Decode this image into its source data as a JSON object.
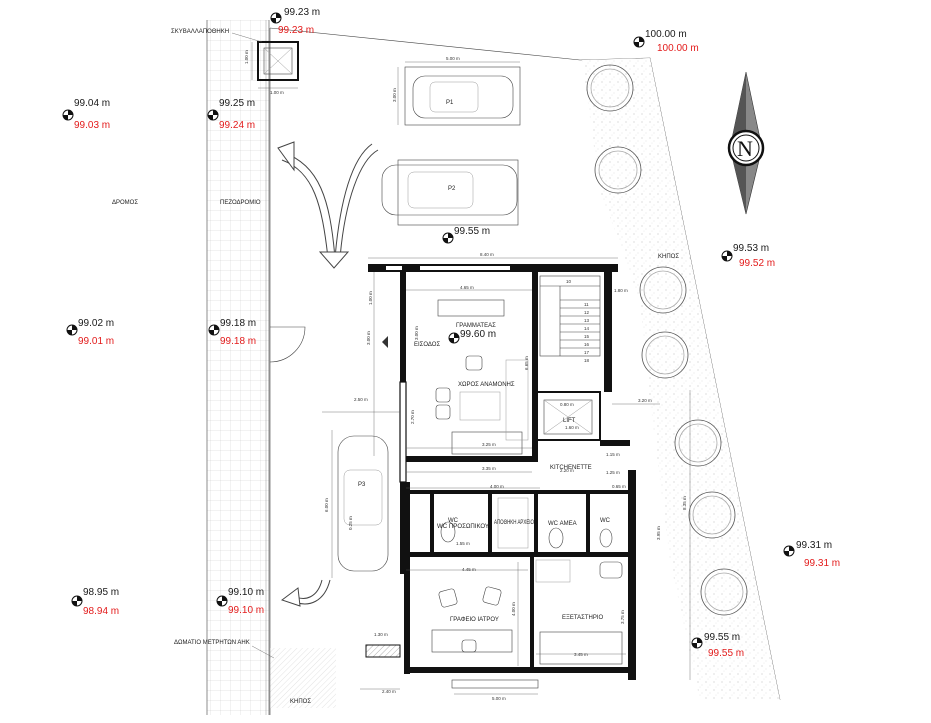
{
  "levels": [
    {
      "id": "l1",
      "a": "99.23 m",
      "b": "99.23 m"
    },
    {
      "id": "l2",
      "a": "100.00 m",
      "b": "100.00 m"
    },
    {
      "id": "l3",
      "a": "99.04 m",
      "b": "99.03 m"
    },
    {
      "id": "l4",
      "a": "99.25 m",
      "b": "99.24 m"
    },
    {
      "id": "l5",
      "a": "99.55 m",
      "b": ""
    },
    {
      "id": "l6",
      "a": "99.53 m",
      "b": "99.52 m"
    },
    {
      "id": "l7",
      "a": "99.02 m",
      "b": "99.01 m"
    },
    {
      "id": "l8",
      "a": "99.18 m",
      "b": "99.18 m"
    },
    {
      "id": "l9",
      "a": "99.60 m",
      "b": ""
    },
    {
      "id": "l10",
      "a": "99.31 m",
      "b": "99.31 m"
    },
    {
      "id": "l11",
      "a": "98.95 m",
      "b": "98.94 m"
    },
    {
      "id": "l12",
      "a": "99.10 m",
      "b": "99.10 m"
    },
    {
      "id": "l13",
      "a": "99.55 m",
      "b": "99.55 m"
    }
  ],
  "labels": {
    "bin": "ΣΚΥΒΑΛΛΑΠΟΘΗΚΗ",
    "road": "ΔΡΟΜΟΣ",
    "sidewalk": "ΠΕΖΟΔΡΟΜΙΟ",
    "garden_right": "ΚΗΠΟΣ",
    "garden_bottom": "ΚΗΠΟΣ",
    "meter_room": "ΔΩΜΑΤΙΟ ΜΕΤΡΗΤΩΝ ΑΗΚ",
    "secretary": "ΓΡΑΜΜΑΤΕΑΣ",
    "entrance": "ΕΙΣΟΔΟΣ",
    "waiting": "ΧΩΡΟΣ ΑΝΑΜΟΝΗΣ",
    "lift": "LIFT",
    "kitchenette": "KITCHENETTE",
    "wc_staff": "WC ΠΡΟΣΩΠΙΚΟΥ",
    "storage_archive": "ΑΠΟΘΗΚΗ ΑΡΧΕΙΟ",
    "wc_disabled": "WC ΑΜΕΑ",
    "wc": "WC",
    "doctor_office": "ΓΡΑΦΕΙΟ ΙΑΤΡΟΥ",
    "exam_room": "ΕΞΕΤΑΣΤΗΡΙΟ",
    "p1": "P1",
    "p2": "P2",
    "p3": "P3",
    "north": "N"
  },
  "dimensions": {
    "bin_w": "1.00 m",
    "bin_h": "1.00 m",
    "parking_w": "5.00 m",
    "parking_h": "3.00 m",
    "building_w": "8.40 m",
    "reception_w": "4.65 m",
    "d_1_00": "1.00 m",
    "d_3_00": "3.00 m",
    "d_6_00": "6.00 m",
    "d_6_65": "6.65 m",
    "d_2_50": "2.50 m",
    "d_2_70": "2.70 m",
    "d_3_25": "3.25 m",
    "d_3_35": "3.35 m",
    "d_2_20": "2.20 m",
    "d_3_20": "3.20 m",
    "d_4_00": "4.00 m",
    "d_1_15": "1.15 m",
    "d_1_25": "1.25 m",
    "d_1_55": "1.55 m",
    "d_4_45": "4.45 m",
    "d_3_45": "3.45 m",
    "d_3_75": "3.75 m",
    "d_5_00": "5.00 m",
    "d_2_40": "2.40 m",
    "d_8_35": "8.35 m",
    "d_3_95": "3.95 m",
    "d_1_80": "1.80 m",
    "d_1_30": "1.30 m",
    "d_0_80": "0.80 m",
    "d_1_60": "1.60 m",
    "d_0_65": "0.65 m",
    "d_0_25": "0.25 m"
  },
  "stairs": [
    "10",
    "11",
    "12",
    "13",
    "14",
    "15",
    "16",
    "17",
    "18"
  ],
  "colors": {
    "level_a": "#1a1a1a",
    "level_b": "#e31b1b"
  }
}
